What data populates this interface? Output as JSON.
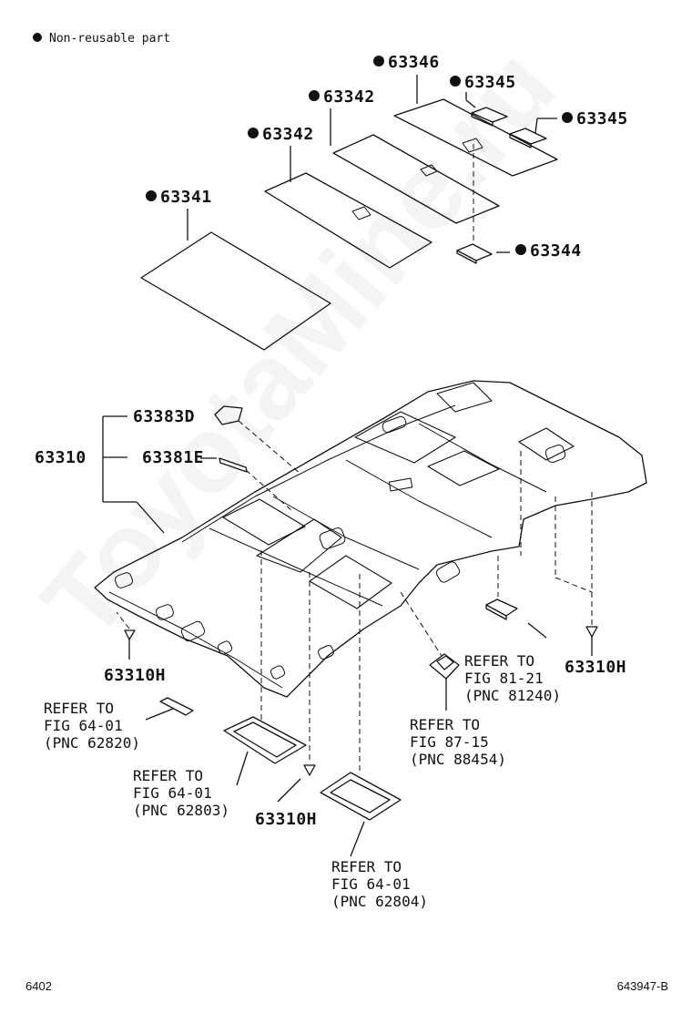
{
  "legend": {
    "text": "Non-reusable part"
  },
  "parts": {
    "p63346": "63346",
    "p63345_top": "63345",
    "p63345_right": "63345",
    "p63342_upper": "63342",
    "p63342_lower": "63342",
    "p63341": "63341",
    "p63344": "63344",
    "p63383D": "63383D",
    "p63310": "63310",
    "p63381E": "63381E",
    "p63310H_left": "63310H",
    "p63310H_right": "63310H",
    "p63310H_bottom": "63310H"
  },
  "refs": {
    "ref_81_21": {
      "line1": "REFER TO",
      "line2": "FIG 81-21",
      "line3": "(PNC 81240)"
    },
    "ref_87_15": {
      "line1": "REFER TO",
      "line2": "FIG 87-15",
      "line3": "(PNC 88454)"
    },
    "ref_62820": {
      "line1": "REFER TO",
      "line2": "FIG 64-01",
      "line3": "(PNC 62820)"
    },
    "ref_62803": {
      "line1": "REFER TO",
      "line2": "FIG 64-01",
      "line3": "(PNC 62803)"
    },
    "ref_62804": {
      "line1": "REFER TO",
      "line2": "FIG 64-01",
      "line3": "(PNC 62804)"
    }
  },
  "footer": {
    "page": "6402",
    "drawing_id": "643947-B"
  },
  "watermark": "ToyotaMine.ru"
}
